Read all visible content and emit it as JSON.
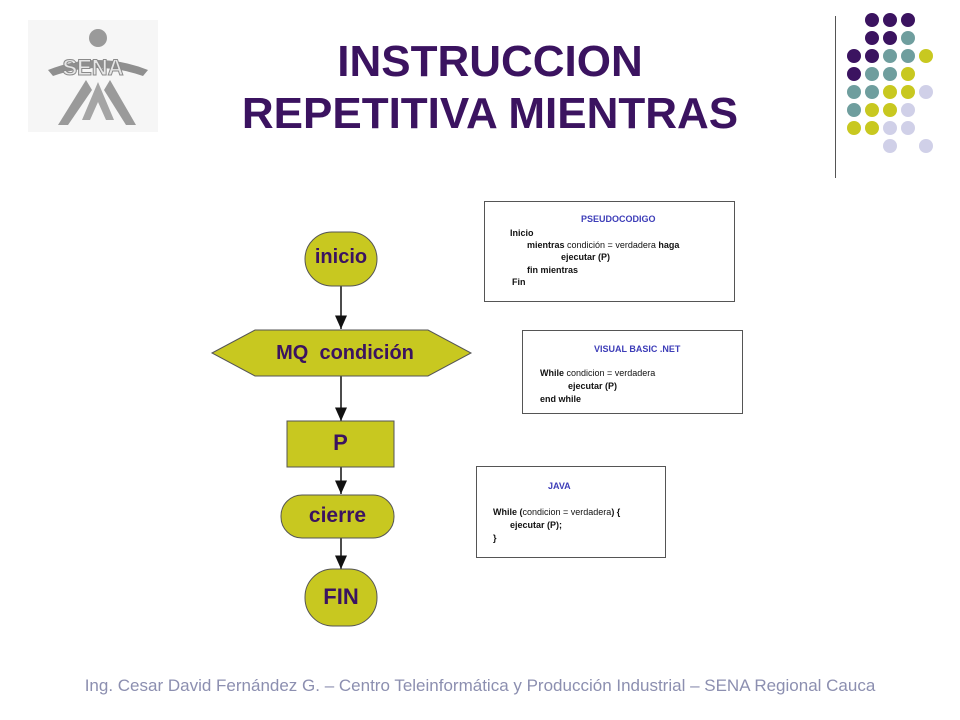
{
  "logo": {
    "text": "SENA"
  },
  "title": {
    "line1": "INSTRUCCION",
    "line2": "REPETITIVA MIENTRAS"
  },
  "colors": {
    "purple": "#3b1360",
    "yellow": "#c8c820",
    "teal": "#6f9e9e",
    "lavender": "#d0d0e8"
  },
  "flow": {
    "inicio": "inicio",
    "condicion": "MQ  condición",
    "proceso": "P",
    "cierre": "cierre",
    "fin": "FIN"
  },
  "pseudo": {
    "header": "PSEUDOCODIGO",
    "l1": "Inicio",
    "l2_kw": "mientras",
    "l2_mid": " condición = verdadera ",
    "l2_kw2": "haga",
    "l3": "ejecutar (P)",
    "l4": "fin mientras",
    "l5": "Fin"
  },
  "vb": {
    "header": "VISUAL BASIC .NET",
    "l1_kw": "While",
    "l1_rest": " condicion = verdadera",
    "l2": "ejecutar (P)",
    "l3": "end while"
  },
  "java": {
    "header": "JAVA",
    "l1_kw": "While (",
    "l1_mid": "condicion = verdadera",
    "l1_end": ") {",
    "l2": "ejecutar (P);",
    "l3": "}"
  },
  "footer": "Ing. Cesar David Fernández G. – Centro Teleinformática y Producción Industrial – SENA Regional Cauca"
}
